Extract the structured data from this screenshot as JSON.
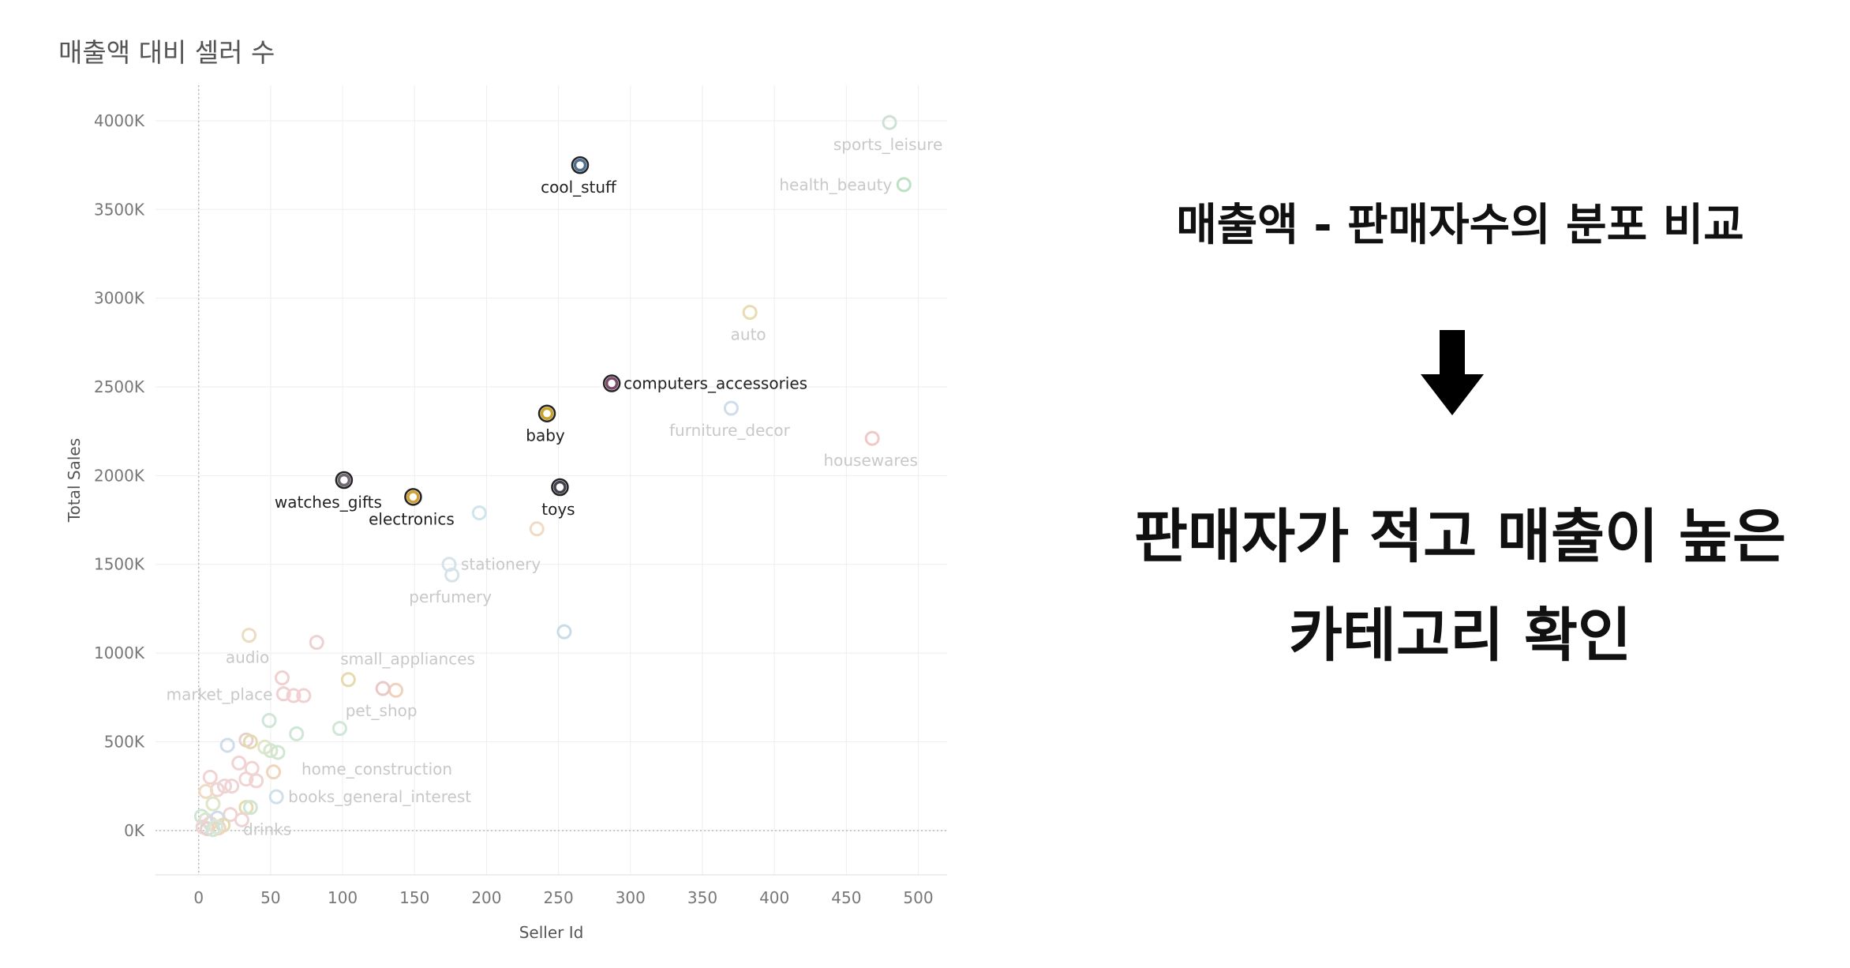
{
  "chart_title": "매출액 대비 셀러 수",
  "side_panel": {
    "heading": "매출액 - 판매자수의 분포 비교",
    "arrow_icon": "down-arrow-icon",
    "conclusion_line1": "판매자가 적고 매출이 높은",
    "conclusion_line2": "카테고리 확인"
  },
  "chart_data": {
    "type": "scatter",
    "title": "매출액 대비 셀러 수",
    "xlabel": "Seller Id",
    "ylabel": "Total Sales",
    "xlim": [
      -30,
      520
    ],
    "ylim": [
      -250,
      4200
    ],
    "xticks": [
      0,
      50,
      100,
      150,
      200,
      250,
      300,
      350,
      400,
      450,
      500
    ],
    "xtick_labels": [
      "0",
      "50",
      "100",
      "150",
      "200",
      "250",
      "300",
      "350",
      "400",
      "450",
      "500"
    ],
    "yticks": [
      0,
      500,
      1000,
      1500,
      2000,
      2500,
      3000,
      3500,
      4000
    ],
    "ytick_labels": [
      "0K",
      "500K",
      "1000K",
      "1500K",
      "2000K",
      "2500K",
      "3000K",
      "3500K",
      "4000K"
    ],
    "grid": true,
    "highlighted": [
      {
        "label": "cool_stuff",
        "x": 265,
        "y": 3750,
        "color": "#4e6f8f",
        "label_pos": "below"
      },
      {
        "label": "computers_accessories",
        "x": 287,
        "y": 2520,
        "color": "#7a4a68",
        "label_pos": "right"
      },
      {
        "label": "baby",
        "x": 242,
        "y": 2350,
        "color": "#c9a227",
        "label_pos": "below"
      },
      {
        "label": "watches_gifts",
        "x": 101,
        "y": 1975,
        "color": "#6e6670",
        "label_pos": "below-left"
      },
      {
        "label": "electronics",
        "x": 149,
        "y": 1880,
        "color": "#d1a032",
        "label_pos": "below"
      },
      {
        "label": "toys",
        "x": 251,
        "y": 1935,
        "color": "#444450",
        "label_pos": "below"
      }
    ],
    "faded_labeled": [
      {
        "label": "sports_leisure",
        "x": 480,
        "y": 3990,
        "color": "#cfe0d6",
        "label_pos": "below"
      },
      {
        "label": "health_beauty",
        "x": 490,
        "y": 3640,
        "color": "#bfe0c4",
        "label_pos": "left"
      },
      {
        "label": "auto",
        "x": 383,
        "y": 2920,
        "color": "#e8dcb0",
        "label_pos": "below"
      },
      {
        "label": "furniture_decor",
        "x": 370,
        "y": 2380,
        "color": "#cfdcea",
        "label_pos": "below"
      },
      {
        "label": "housewares",
        "x": 468,
        "y": 2210,
        "color": "#f2c7c7",
        "label_pos": "below"
      },
      {
        "label": "stationery",
        "x": 174,
        "y": 1500,
        "color": "#d6e4ea",
        "label_pos": "right"
      },
      {
        "label": "perfumery",
        "x": 176,
        "y": 1440,
        "color": "#d6e4ea",
        "label_pos": "below"
      },
      {
        "label": "audio",
        "x": 35,
        "y": 1100,
        "color": "#ecdcc0",
        "label_pos": "below"
      },
      {
        "label": "small_appliances",
        "x": 82,
        "y": 1060,
        "color": "#f0d0d0",
        "label_pos": "below-right"
      },
      {
        "label": "market_place",
        "x": 58,
        "y": 860,
        "color": "#f0d0d0",
        "label_pos": "left-below"
      },
      {
        "label": "pet_shop",
        "x": 128,
        "y": 800,
        "color": "#e8c8c8",
        "label_pos": "below"
      },
      {
        "label": "home_construction",
        "x": 55,
        "y": 440,
        "color": "#d0e6d0",
        "label_pos": "below-right"
      },
      {
        "label": "books_general_interest",
        "x": 54,
        "y": 190,
        "color": "#cfe0ea",
        "label_pos": "right"
      },
      {
        "label": "drinks",
        "x": 12,
        "y": 20,
        "color": "#d8e8d8",
        "label_pos": "right-below"
      }
    ],
    "faded_unlabeled": [
      {
        "x": 195,
        "y": 1790,
        "color": "#d0e4ec"
      },
      {
        "x": 235,
        "y": 1700,
        "color": "#f0dcc4"
      },
      {
        "x": 254,
        "y": 1120,
        "color": "#c8dce8"
      },
      {
        "x": 104,
        "y": 850,
        "color": "#e6dbb0"
      },
      {
        "x": 137,
        "y": 790,
        "color": "#f0d2bc"
      },
      {
        "x": 59,
        "y": 770,
        "color": "#f0d0d0"
      },
      {
        "x": 66,
        "y": 760,
        "color": "#f0d0d0"
      },
      {
        "x": 73,
        "y": 760,
        "color": "#f0d0d0"
      },
      {
        "x": 49,
        "y": 620,
        "color": "#cfe6d6"
      },
      {
        "x": 68,
        "y": 545,
        "color": "#cfe6d6"
      },
      {
        "x": 98,
        "y": 575,
        "color": "#d0e6d6"
      },
      {
        "x": 20,
        "y": 480,
        "color": "#cfdcea"
      },
      {
        "x": 33,
        "y": 510,
        "color": "#e6d0d0"
      },
      {
        "x": 36,
        "y": 500,
        "color": "#e6dbb0"
      },
      {
        "x": 46,
        "y": 470,
        "color": "#e0e6c8"
      },
      {
        "x": 50,
        "y": 450,
        "color": "#d6e6cf"
      },
      {
        "x": 28,
        "y": 380,
        "color": "#f0d4d4"
      },
      {
        "x": 37,
        "y": 350,
        "color": "#f0d4d4"
      },
      {
        "x": 52,
        "y": 330,
        "color": "#f0d4bc"
      },
      {
        "x": 8,
        "y": 300,
        "color": "#f0d4d4"
      },
      {
        "x": 33,
        "y": 290,
        "color": "#f0d4d4"
      },
      {
        "x": 40,
        "y": 280,
        "color": "#f0d4d4"
      },
      {
        "x": 18,
        "y": 250,
        "color": "#f0d4d4"
      },
      {
        "x": 23,
        "y": 250,
        "color": "#f0d4d4"
      },
      {
        "x": 13,
        "y": 230,
        "color": "#f0d4d4"
      },
      {
        "x": 5,
        "y": 220,
        "color": "#f0dcc4"
      },
      {
        "x": 10,
        "y": 150,
        "color": "#e0e6c8"
      },
      {
        "x": 33,
        "y": 130,
        "color": "#e6dbb0"
      },
      {
        "x": 36,
        "y": 130,
        "color": "#cfe6d6"
      },
      {
        "x": 22,
        "y": 90,
        "color": "#f0d4d4"
      },
      {
        "x": 30,
        "y": 60,
        "color": "#f0d4d4"
      },
      {
        "x": 2,
        "y": 80,
        "color": "#cfe6d6"
      },
      {
        "x": 5,
        "y": 60,
        "color": "#d6e6cf"
      },
      {
        "x": 8,
        "y": 40,
        "color": "#f0d4d4"
      },
      {
        "x": 13,
        "y": 70,
        "color": "#cfdcea"
      },
      {
        "x": 17,
        "y": 30,
        "color": "#e6dbb0"
      },
      {
        "x": 3,
        "y": 20,
        "color": "#f0d4d4"
      },
      {
        "x": 6,
        "y": 10,
        "color": "#e6d0d0"
      },
      {
        "x": 10,
        "y": 5,
        "color": "#cfe6d6"
      },
      {
        "x": 14,
        "y": 15,
        "color": "#f0d4bc"
      }
    ]
  }
}
